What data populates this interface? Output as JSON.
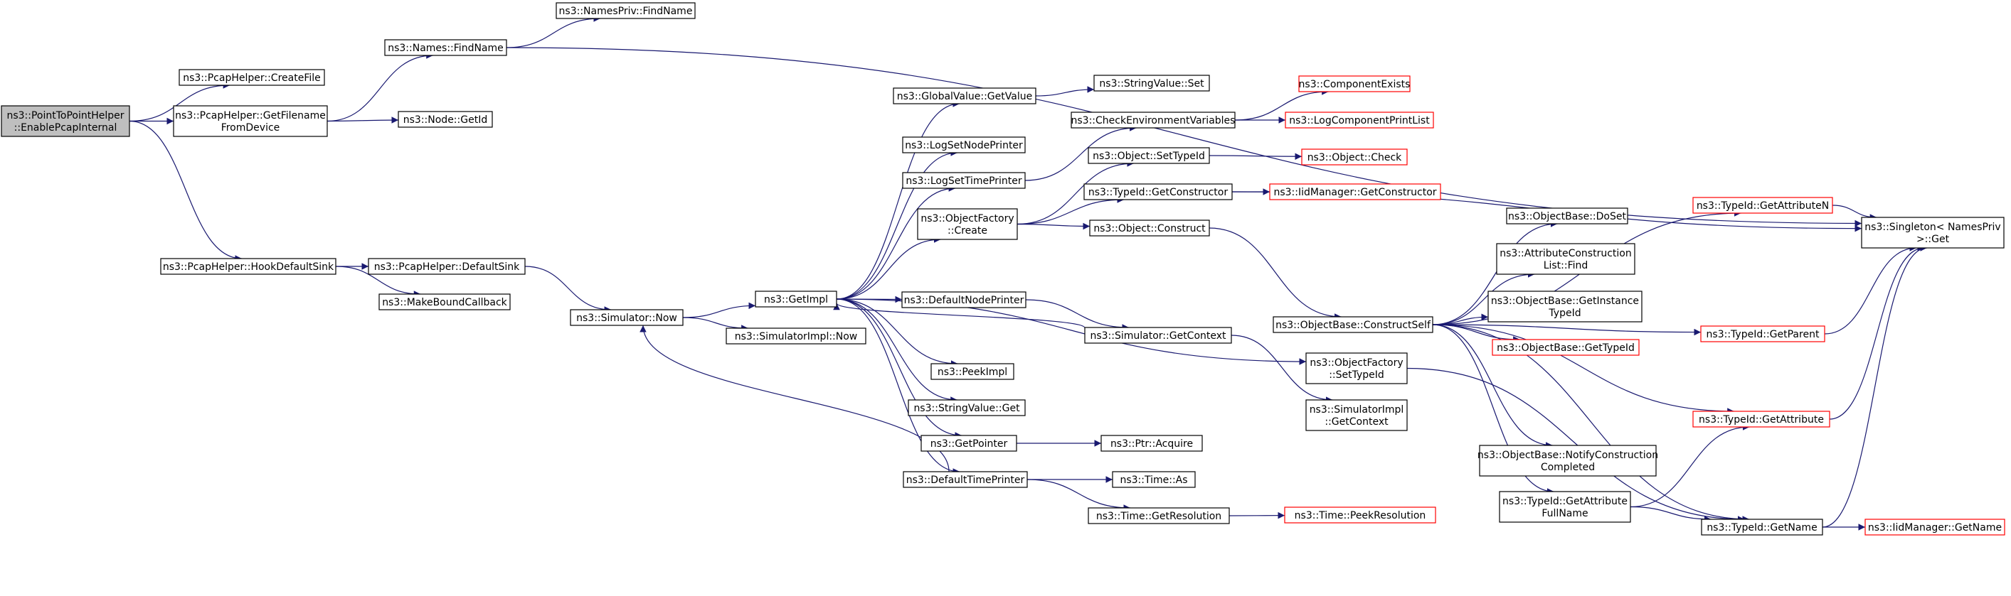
{
  "graph": {
    "nodes": [
      {
        "id": "root",
        "lines": [
          "ns3::PointToPointHelper",
          "::EnablePcapInternal"
        ],
        "style": "root"
      },
      {
        "id": "createfile",
        "lines": [
          "ns3::PcapHelper::CreateFile"
        ]
      },
      {
        "id": "getfilename",
        "lines": [
          "ns3::PcapHelper::GetFilename",
          "FromDevice"
        ]
      },
      {
        "id": "names_find",
        "lines": [
          "ns3::Names::FindName"
        ]
      },
      {
        "id": "namespriv_find",
        "lines": [
          "ns3::NamesPriv::FindName"
        ]
      },
      {
        "id": "node_getid",
        "lines": [
          "ns3::Node::GetId"
        ]
      },
      {
        "id": "hooksink",
        "lines": [
          "ns3::PcapHelper::HookDefaultSink"
        ]
      },
      {
        "id": "defaultsink",
        "lines": [
          "ns3::PcapHelper::DefaultSink"
        ]
      },
      {
        "id": "makebound",
        "lines": [
          "ns3::MakeBoundCallback"
        ]
      },
      {
        "id": "sim_now",
        "lines": [
          "ns3::Simulator::Now"
        ]
      },
      {
        "id": "getimpl",
        "lines": [
          "ns3::GetImpl"
        ]
      },
      {
        "id": "simimpl_now",
        "lines": [
          "ns3::SimulatorImpl::Now"
        ]
      },
      {
        "id": "gv_getvalue",
        "lines": [
          "ns3::GlobalValue::GetValue"
        ]
      },
      {
        "id": "sv_set",
        "lines": [
          "ns3::StringValue::Set"
        ]
      },
      {
        "id": "logsetnode",
        "lines": [
          "ns3::LogSetNodePrinter"
        ]
      },
      {
        "id": "logsettime",
        "lines": [
          "ns3::LogSetTimePrinter"
        ]
      },
      {
        "id": "checkenv",
        "lines": [
          "ns3::CheckEnvironmentVariables"
        ]
      },
      {
        "id": "compexists",
        "lines": [
          "ns3::ComponentExists"
        ],
        "style": "external"
      },
      {
        "id": "logcompprint",
        "lines": [
          "ns3::LogComponentPrintList"
        ],
        "style": "external"
      },
      {
        "id": "of_create",
        "lines": [
          "ns3::ObjectFactory",
          "::Create"
        ]
      },
      {
        "id": "obj_settypeid",
        "lines": [
          "ns3::Object::SetTypeId"
        ]
      },
      {
        "id": "obj_check",
        "lines": [
          "ns3::Object::Check"
        ],
        "style": "external"
      },
      {
        "id": "tid_getctor",
        "lines": [
          "ns3::TypeId::GetConstructor"
        ]
      },
      {
        "id": "iid_getctor",
        "lines": [
          "ns3::IidManager::GetConstructor"
        ],
        "style": "external"
      },
      {
        "id": "obj_construct",
        "lines": [
          "ns3::Object::Construct"
        ]
      },
      {
        "id": "defnodeprinter",
        "lines": [
          "ns3::DefaultNodePrinter"
        ]
      },
      {
        "id": "sim_getcontext",
        "lines": [
          "ns3::Simulator::GetContext"
        ]
      },
      {
        "id": "peekimpl",
        "lines": [
          "ns3::PeekImpl"
        ]
      },
      {
        "id": "sv_get",
        "lines": [
          "ns3::StringValue::Get"
        ]
      },
      {
        "id": "getpointer",
        "lines": [
          "ns3::GetPointer"
        ]
      },
      {
        "id": "ptr_acquire",
        "lines": [
          "ns3::Ptr::Acquire"
        ]
      },
      {
        "id": "deftimeprinter",
        "lines": [
          "ns3::DefaultTimePrinter"
        ]
      },
      {
        "id": "time_as",
        "lines": [
          "ns3::Time::As"
        ]
      },
      {
        "id": "time_getres",
        "lines": [
          "ns3::Time::GetResolution"
        ]
      },
      {
        "id": "time_peekres",
        "lines": [
          "ns3::Time::PeekResolution"
        ],
        "style": "external"
      },
      {
        "id": "ob_constructself",
        "lines": [
          "ns3::ObjectBase::ConstructSelf"
        ]
      },
      {
        "id": "of_settypeid",
        "lines": [
          "ns3::ObjectFactory",
          "::SetTypeId"
        ]
      },
      {
        "id": "simimpl_getctx",
        "lines": [
          "ns3::SimulatorImpl",
          "::GetContext"
        ]
      },
      {
        "id": "ob_doset",
        "lines": [
          "ns3::ObjectBase::DoSet"
        ]
      },
      {
        "id": "acl_find",
        "lines": [
          "ns3::AttributeConstruction",
          "List::Find"
        ]
      },
      {
        "id": "ob_getinsttid",
        "lines": [
          "ns3::ObjectBase::GetInstance",
          "TypeId"
        ]
      },
      {
        "id": "ob_gettypeid",
        "lines": [
          "ns3::ObjectBase::GetTypeId"
        ],
        "style": "external"
      },
      {
        "id": "ob_notify",
        "lines": [
          "ns3::ObjectBase::NotifyConstruction",
          "Completed"
        ]
      },
      {
        "id": "tid_getattrfull",
        "lines": [
          "ns3::TypeId::GetAttribute",
          "FullName"
        ]
      },
      {
        "id": "tid_getattrn",
        "lines": [
          "ns3::TypeId::GetAttributeN"
        ],
        "style": "external"
      },
      {
        "id": "tid_getparent",
        "lines": [
          "ns3::TypeId::GetParent"
        ],
        "style": "external"
      },
      {
        "id": "tid_getattr",
        "lines": [
          "ns3::TypeId::GetAttribute"
        ],
        "style": "external"
      },
      {
        "id": "tid_getname",
        "lines": [
          "ns3::TypeId::GetName"
        ]
      },
      {
        "id": "iid_getname",
        "lines": [
          "ns3::IidManager::GetName"
        ],
        "style": "external"
      },
      {
        "id": "singleton_get",
        "lines": [
          "ns3::Singleton< NamesPriv",
          ">::Get"
        ]
      }
    ],
    "edges": [
      {
        "from": "root",
        "to": "createfile"
      },
      {
        "from": "root",
        "to": "getfilename"
      },
      {
        "from": "root",
        "to": "hooksink"
      },
      {
        "from": "getfilename",
        "to": "names_find"
      },
      {
        "from": "getfilename",
        "to": "node_getid"
      },
      {
        "from": "names_find",
        "to": "namespriv_find"
      },
      {
        "from": "names_find",
        "to": "singleton_get"
      },
      {
        "from": "hooksink",
        "to": "defaultsink"
      },
      {
        "from": "hooksink",
        "to": "makebound"
      },
      {
        "from": "defaultsink",
        "to": "sim_now"
      },
      {
        "from": "sim_now",
        "to": "getimpl"
      },
      {
        "from": "sim_now",
        "to": "simimpl_now"
      },
      {
        "from": "getimpl",
        "to": "gv_getvalue"
      },
      {
        "from": "getimpl",
        "to": "logsetnode"
      },
      {
        "from": "getimpl",
        "to": "logsettime"
      },
      {
        "from": "getimpl",
        "to": "of_create"
      },
      {
        "from": "getimpl",
        "to": "defnodeprinter"
      },
      {
        "from": "getimpl",
        "to": "peekimpl"
      },
      {
        "from": "getimpl",
        "to": "sv_get"
      },
      {
        "from": "getimpl",
        "to": "getpointer"
      },
      {
        "from": "getimpl",
        "to": "deftimeprinter"
      },
      {
        "from": "getimpl",
        "to": "of_settypeid"
      },
      {
        "from": "gv_getvalue",
        "to": "sv_set"
      },
      {
        "from": "logsettime",
        "to": "checkenv"
      },
      {
        "from": "checkenv",
        "to": "compexists"
      },
      {
        "from": "checkenv",
        "to": "logcompprint"
      },
      {
        "from": "of_create",
        "to": "obj_settypeid"
      },
      {
        "from": "of_create",
        "to": "tid_getctor"
      },
      {
        "from": "of_create",
        "to": "obj_construct"
      },
      {
        "from": "obj_settypeid",
        "to": "obj_check"
      },
      {
        "from": "tid_getctor",
        "to": "iid_getctor"
      },
      {
        "from": "tid_getctor",
        "to": "singleton_get"
      },
      {
        "from": "obj_construct",
        "to": "ob_constructself"
      },
      {
        "from": "defnodeprinter",
        "to": "sim_getcontext"
      },
      {
        "from": "sim_getcontext",
        "to": "getimpl"
      },
      {
        "from": "sim_getcontext",
        "to": "simimpl_getctx"
      },
      {
        "from": "getpointer",
        "to": "ptr_acquire"
      },
      {
        "from": "deftimeprinter",
        "to": "sim_now"
      },
      {
        "from": "deftimeprinter",
        "to": "time_as"
      },
      {
        "from": "deftimeprinter",
        "to": "time_getres"
      },
      {
        "from": "time_getres",
        "to": "time_peekres"
      },
      {
        "from": "ob_constructself",
        "to": "ob_doset"
      },
      {
        "from": "ob_constructself",
        "to": "acl_find"
      },
      {
        "from": "ob_constructself",
        "to": "ob_getinsttid"
      },
      {
        "from": "ob_constructself",
        "to": "ob_gettypeid"
      },
      {
        "from": "ob_constructself",
        "to": "ob_notify"
      },
      {
        "from": "ob_constructself",
        "to": "tid_getattrfull"
      },
      {
        "from": "ob_constructself",
        "to": "tid_getattrn"
      },
      {
        "from": "ob_constructself",
        "to": "tid_getparent"
      },
      {
        "from": "ob_constructself",
        "to": "tid_getattr"
      },
      {
        "from": "ob_constructself",
        "to": "tid_getname"
      },
      {
        "from": "of_settypeid",
        "to": "tid_getname"
      },
      {
        "from": "tid_getattrfull",
        "to": "tid_getattr"
      },
      {
        "from": "tid_getattrfull",
        "to": "tid_getname"
      },
      {
        "from": "tid_getattrn",
        "to": "singleton_get"
      },
      {
        "from": "tid_getparent",
        "to": "singleton_get"
      },
      {
        "from": "tid_getattr",
        "to": "singleton_get"
      },
      {
        "from": "tid_getname",
        "to": "iid_getname"
      },
      {
        "from": "tid_getname",
        "to": "singleton_get"
      }
    ]
  },
  "colors": {
    "edge": "#191970",
    "external_border": "#ff0000",
    "root_fill": "#bfbfbf",
    "node_fill": "#ffffff"
  }
}
